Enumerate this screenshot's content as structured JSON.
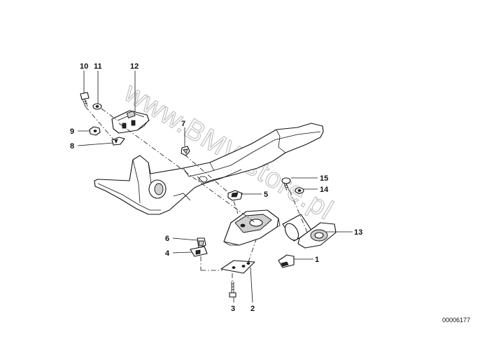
{
  "diagram": {
    "watermark": "www.BMWstore.pl",
    "reference_number": "00006177",
    "callouts": [
      {
        "id": "c10",
        "label": "10"
      },
      {
        "id": "c11",
        "label": "11"
      },
      {
        "id": "c12",
        "label": "12"
      },
      {
        "id": "c9",
        "label": "9"
      },
      {
        "id": "c8",
        "label": "8"
      },
      {
        "id": "c7",
        "label": "7"
      },
      {
        "id": "c15",
        "label": "15"
      },
      {
        "id": "c14",
        "label": "14"
      },
      {
        "id": "c5",
        "label": "5"
      },
      {
        "id": "c13",
        "label": "13"
      },
      {
        "id": "c6",
        "label": "6"
      },
      {
        "id": "c4",
        "label": "4"
      },
      {
        "id": "c1",
        "label": "1"
      },
      {
        "id": "c3",
        "label": "3"
      },
      {
        "id": "c2",
        "label": "2"
      }
    ]
  }
}
